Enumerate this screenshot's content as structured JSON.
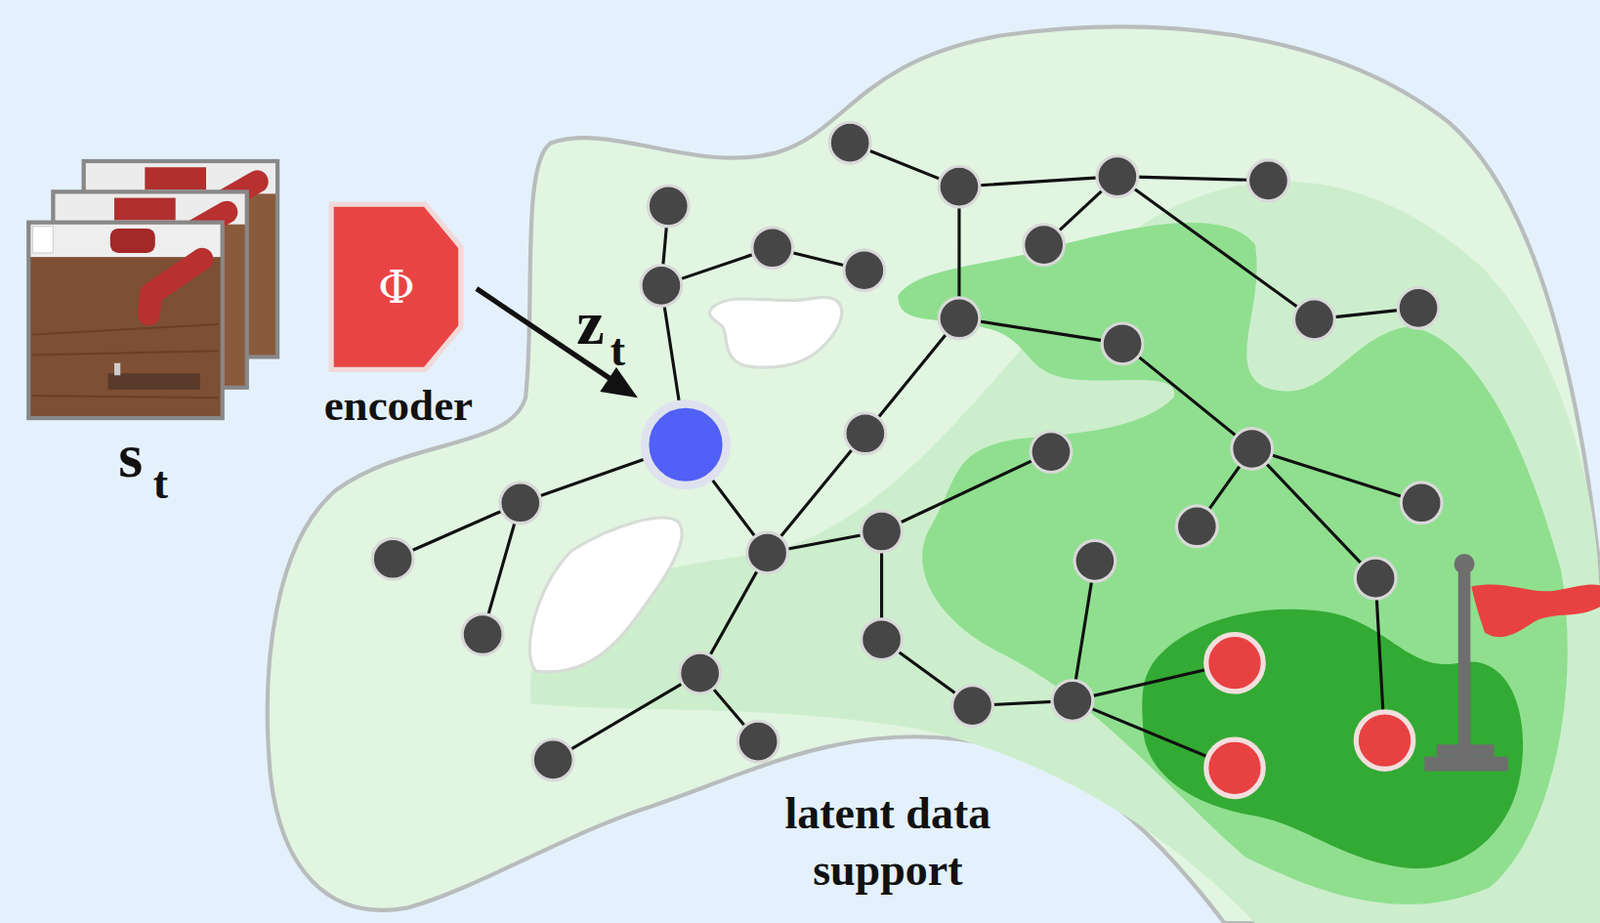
{
  "diagram": {
    "nodes": [
      {
        "text": [
          "Φ",
          "encoder"
        ]
      }
    ],
    "labels": [
      "s",
      "t",
      "z",
      "t",
      "latent data support"
    ]
  }
}
